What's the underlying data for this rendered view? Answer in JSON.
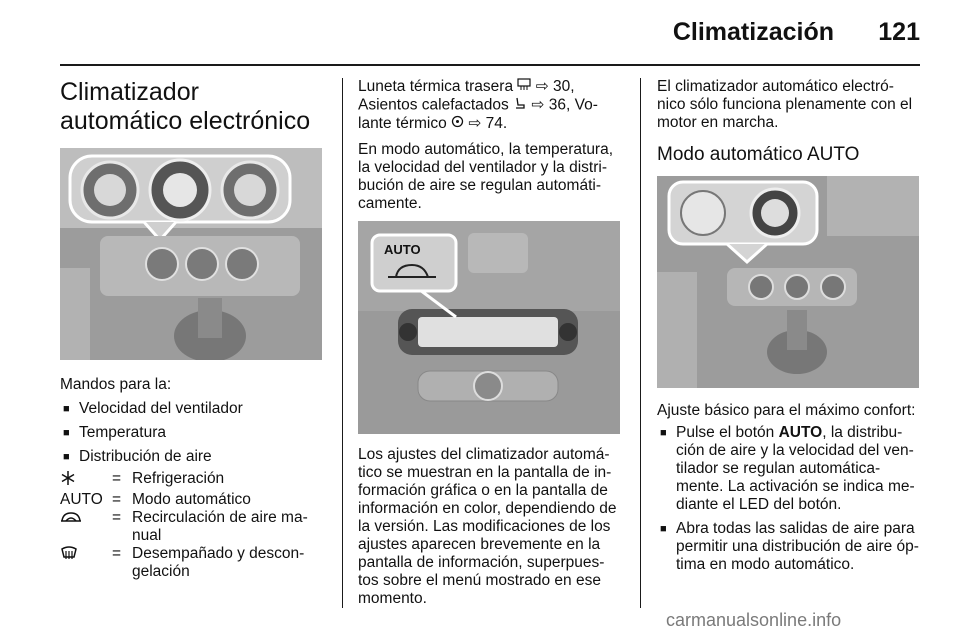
{
  "header": {
    "section": "Climatización",
    "page_number": "121"
  },
  "col1": {
    "title": "Climatizador automático electrónico",
    "mandos_intro": "Mandos para la:",
    "bullets": [
      "Velocidad del ventilador",
      "Temperatura",
      "Distribución de aire"
    ],
    "definitions": [
      {
        "symbol": "",
        "symbol_icon": "snowflake-icon",
        "def": "Refrigeración"
      },
      {
        "symbol": "AUTO",
        "symbol_icon": "",
        "def": "Modo automático"
      },
      {
        "symbol": "",
        "symbol_icon": "recirculation-icon",
        "def": "Recirculación de aire ma-nual"
      },
      {
        "symbol": "",
        "symbol_icon": "defrost-icon",
        "def": "Desempañado y descon-gelación"
      }
    ]
  },
  "col2": {
    "p1_a": "Luneta térmica trasera",
    "p1_ref1": "30,",
    "p1_b": "Asientos calefactados",
    "p1_ref2": "36, Vo-",
    "p1_c": "lante térmico",
    "p1_ref3": "74.",
    "p2": "En modo automático, la temperatura, la velocidad del ventilador y la distri-bución de aire se regulan automáti-camente.",
    "fig_label": "AUTO",
    "p3": "Los ajustes del climatizador automá-tico se muestran en la pantalla de in-formación gráfica o en la pantalla de información en color, dependiendo de la versión. Las modificaciones de los ajustes aparecen brevemente en la pantalla de información, superpues-tos sobre el menú mostrado en ese momento."
  },
  "col3": {
    "p1": "El climatizador automático electró-nico sólo funciona plenamente con el motor en marcha.",
    "subtitle": "Modo automático AUTO",
    "intro": "Ajuste básico para el máximo confort:",
    "b1_pre": "Pulse el botón",
    "b1_bold": "AUTO",
    "b1_post": ", la distribu-ción de aire y la velocidad del ven-tilador se regulan automática-mente. La activación se indica me-diante el LED del botón.",
    "b2": "Abra todas las salidas de aire para permitir una distribución de aire óp-tima en modo automático."
  },
  "footer": "carmanualsonline.info"
}
